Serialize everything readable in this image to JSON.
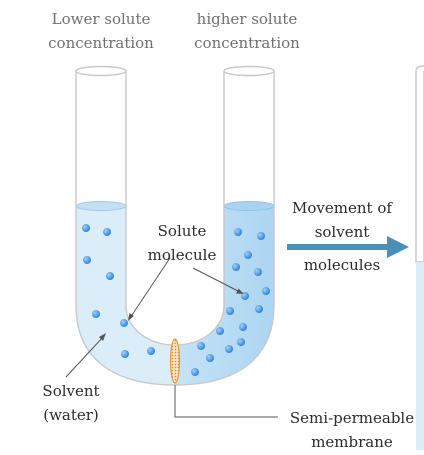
{
  "labels": {
    "left_top": [
      "Lower solute",
      "concentration"
    ],
    "right_top": [
      "higher solute",
      "concentration"
    ],
    "solute": [
      "Solute",
      "molecule"
    ],
    "movement": [
      "Movement of",
      "solvent",
      "molecules"
    ],
    "solvent": [
      "Solvent",
      "(water)"
    ],
    "membrane": [
      "Semi-permeable",
      "membrane"
    ]
  },
  "colors": {
    "tube_outline": "#c8c8c8",
    "solution_left": "#dcedfa",
    "solution_right": "#b9dcf5",
    "particle": "#2f86d6",
    "arrow": "#4a8fb5",
    "membrane": "#e8a14c",
    "leader": "#555555"
  }
}
